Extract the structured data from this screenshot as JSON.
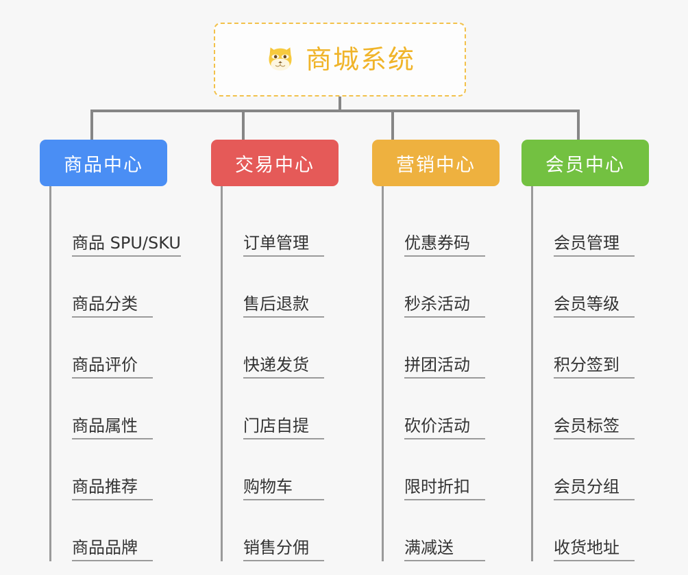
{
  "diagram": {
    "title": "商城系统",
    "root_icon": "shiba-dog-face-icon",
    "background_color": "#f7f7f7",
    "connector_color": "#868686",
    "root": {
      "label": "商城系统",
      "border_color": "#f2c14a",
      "text_color": "#f0b429"
    },
    "branches": [
      {
        "label": "商品中心",
        "color": "#4a8ef4",
        "items": [
          "商品 SPU/SKU",
          "商品分类",
          "商品评价",
          "商品属性",
          "商品推荐",
          "商品品牌"
        ]
      },
      {
        "label": "交易中心",
        "color": "#e55a58",
        "items": [
          "订单管理",
          "售后退款",
          "快递发货",
          "门店自提",
          "购物车",
          "销售分佣"
        ]
      },
      {
        "label": "营销中心",
        "color": "#eeb13f",
        "items": [
          "优惠券码",
          "秒杀活动",
          "拼团活动",
          "砍价活动",
          "限时折扣",
          "满减送"
        ]
      },
      {
        "label": "会员中心",
        "color": "#73c141",
        "items": [
          "会员管理",
          "会员等级",
          "积分签到",
          "会员标签",
          "会员分组",
          "收货地址"
        ]
      }
    ]
  }
}
